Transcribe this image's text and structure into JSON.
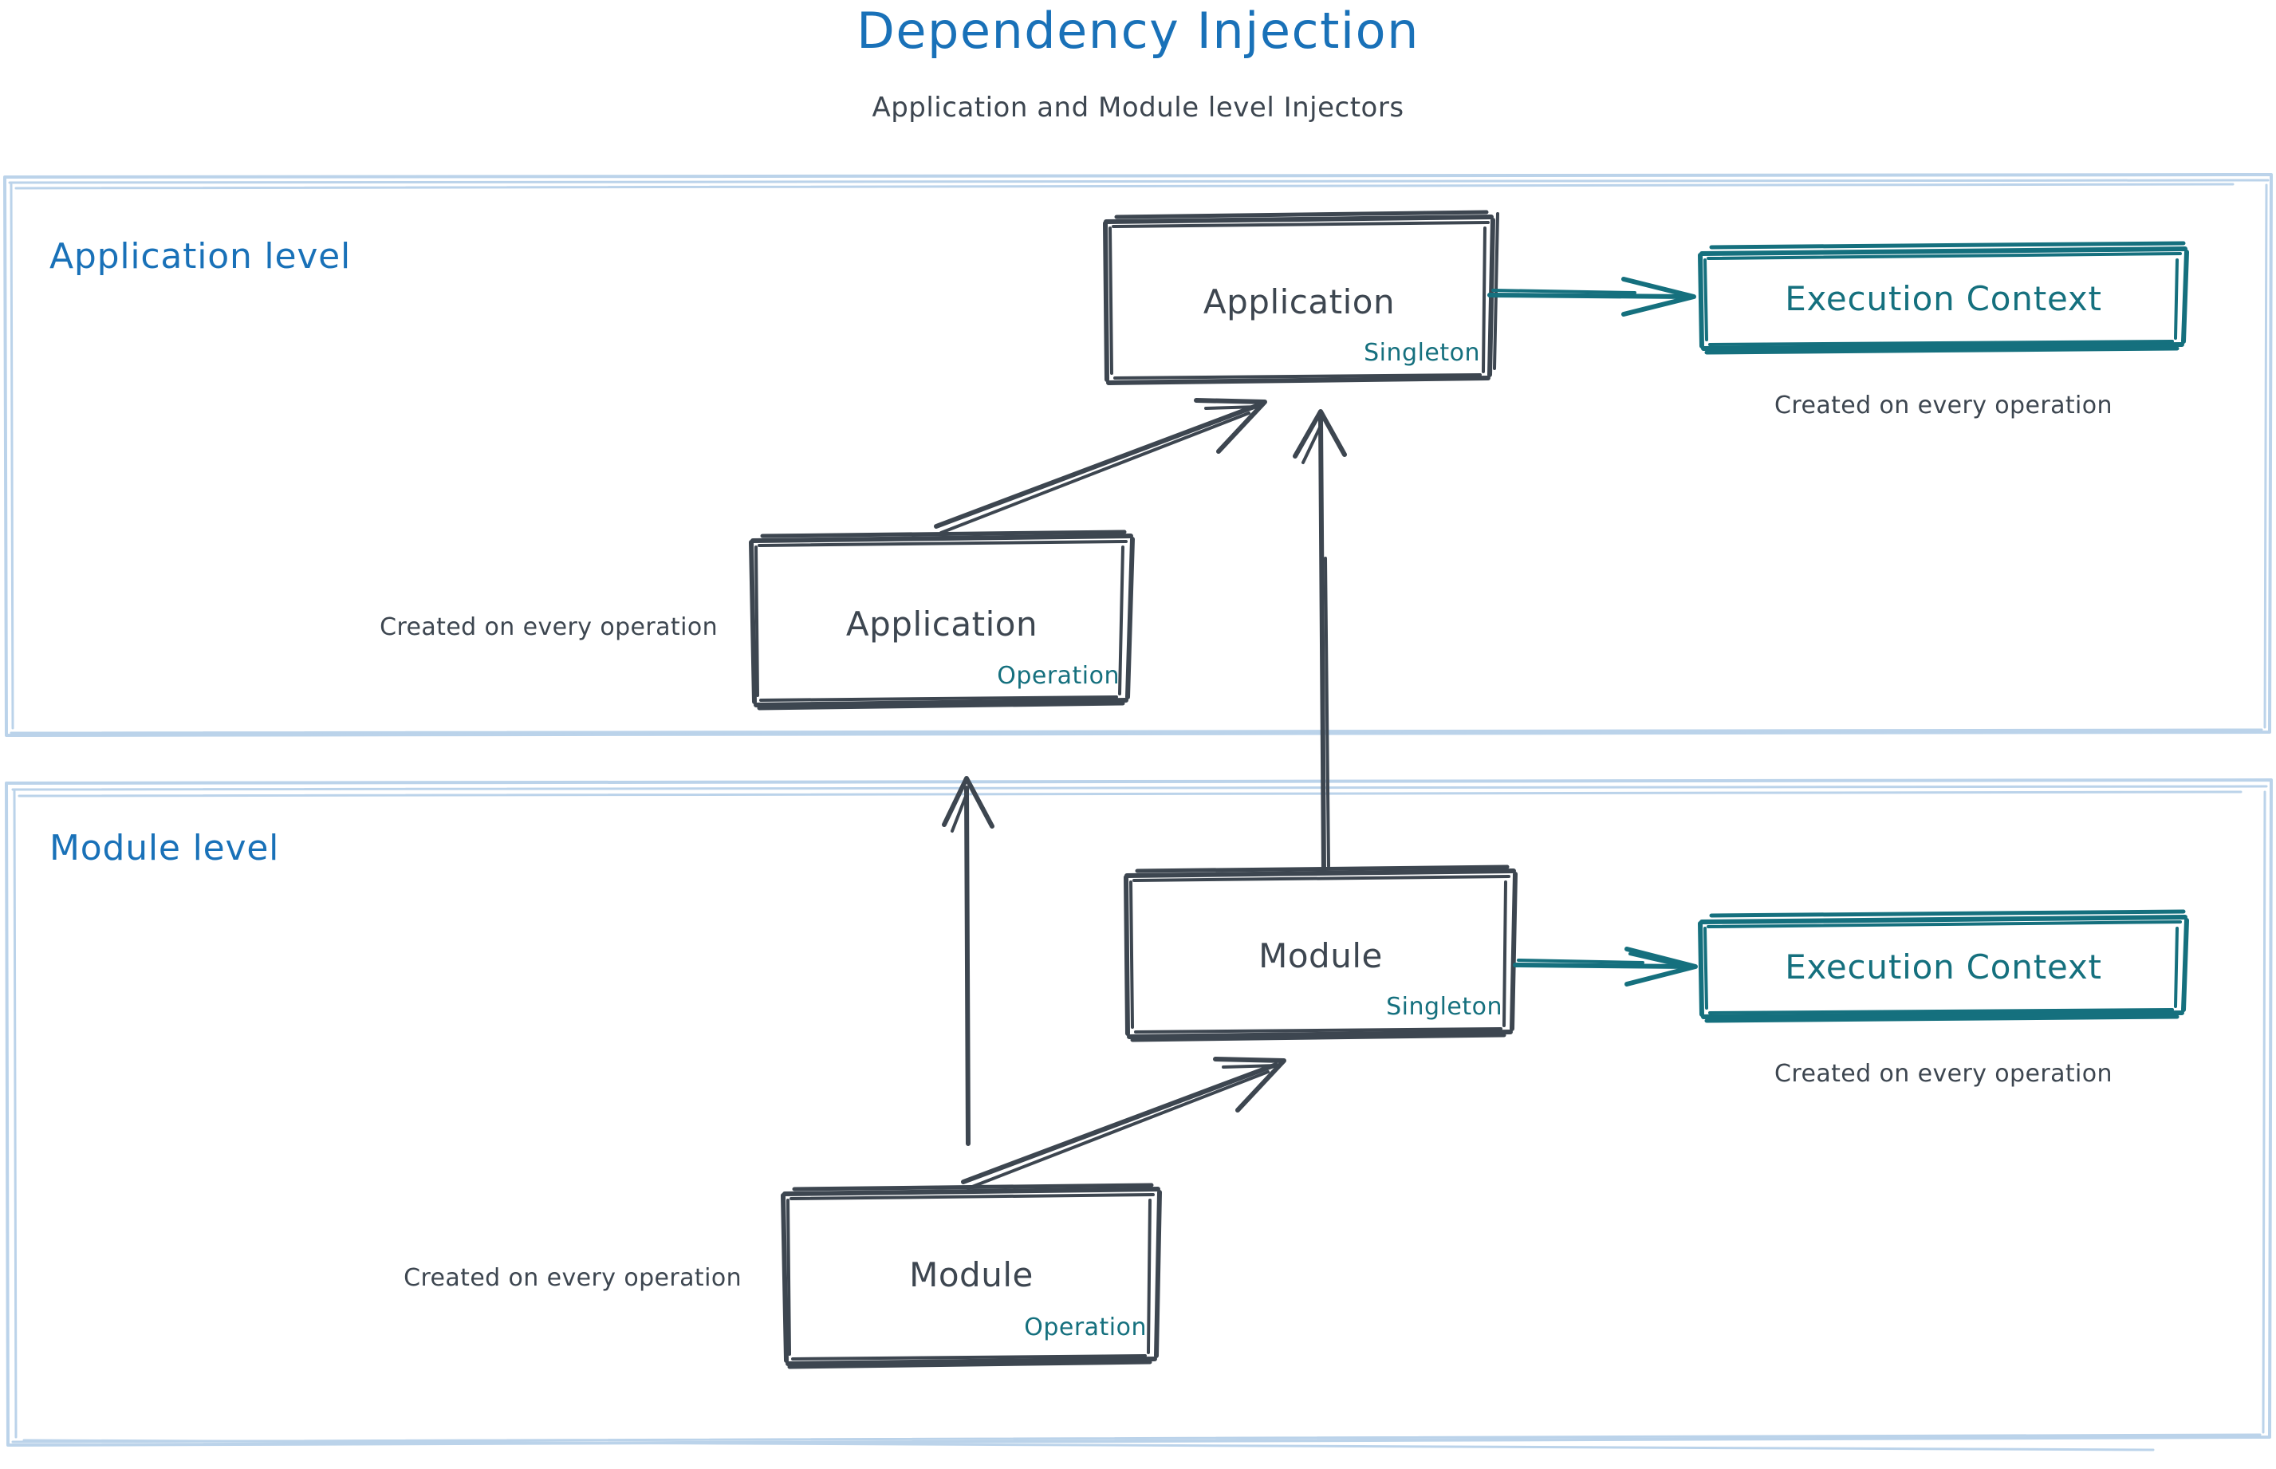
{
  "header": {
    "title": "Dependency Injection",
    "subtitle": "Application and Module level Injectors",
    "title_color": "#1971B8",
    "subtitle_color": "#3D4650"
  },
  "palette": {
    "ink": "#3D4650",
    "teal": "#15707E",
    "blue": "#1971B8",
    "lane_border": "#BBD3EA",
    "background": "#FFFFFF"
  },
  "lanes": [
    {
      "id": "application-level",
      "label": "Application level"
    },
    {
      "id": "module-level",
      "label": "Module level"
    }
  ],
  "nodes": {
    "application_singleton": {
      "title": "Application",
      "scope": "Singleton",
      "lane": "application-level"
    },
    "application_operation": {
      "title": "Application",
      "scope": "Operation",
      "lane": "application-level",
      "caption": "Created on every operation"
    },
    "application_execution_context": {
      "title": "Execution Context",
      "lane": "application-level",
      "caption": "Created on every operation"
    },
    "module_singleton": {
      "title": "Module",
      "scope": "Singleton",
      "lane": "module-level"
    },
    "module_operation": {
      "title": "Module",
      "scope": "Operation",
      "lane": "module-level",
      "caption": "Created on every operation"
    },
    "module_execution_context": {
      "title": "Execution Context",
      "lane": "module-level",
      "caption": "Created on every operation"
    }
  },
  "edges": [
    {
      "id": "app-singleton-to-app-context",
      "from": "application_singleton",
      "to": "application_execution_context",
      "color": "#15707E",
      "style": "solid-arrow"
    },
    {
      "id": "app-operation-to-app-singleton",
      "from": "application_operation",
      "to": "application_singleton",
      "color": "#3D4650",
      "style": "solid-arrow"
    },
    {
      "id": "module-singleton-to-app-singleton",
      "from": "module_singleton",
      "to": "application_singleton",
      "color": "#3D4650",
      "style": "solid-arrow"
    },
    {
      "id": "module-operation-to-app-operation",
      "from": "module_operation",
      "to": "application_operation",
      "color": "#3D4650",
      "style": "solid-arrow"
    },
    {
      "id": "module-operation-to-module-singleton",
      "from": "module_operation",
      "to": "module_singleton",
      "color": "#3D4650",
      "style": "solid-arrow"
    },
    {
      "id": "module-singleton-to-module-context",
      "from": "module_singleton",
      "to": "module_execution_context",
      "color": "#15707E",
      "style": "solid-arrow"
    }
  ]
}
